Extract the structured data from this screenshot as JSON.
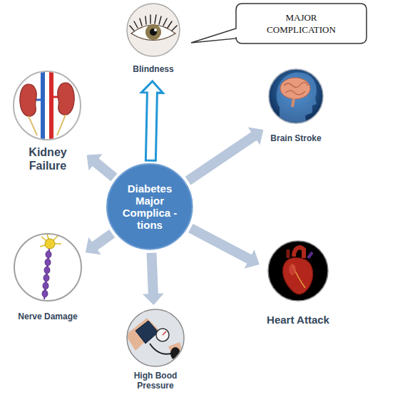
{
  "diagram": {
    "nodes": [
      {
        "text": [
          "Blindness"
        ]
      },
      {
        "text": [
          "MAJOR COMPLICATION"
        ]
      },
      {
        "text": [
          "Kidney Failure"
        ]
      },
      {
        "text": [
          "Brain Stroke"
        ]
      },
      {
        "text": [
          "Diabetes Major Complica -tions"
        ]
      },
      {
        "text": [
          "Nerve Damage"
        ]
      },
      {
        "text": [
          "Heart Attack"
        ]
      },
      {
        "text": [
          "High Bood Pressure"
        ]
      }
    ],
    "edges": [
      {
        "from": 4,
        "to": 0,
        "arrow": "to"
      },
      {
        "from": 4,
        "to": 2,
        "arrow": "to"
      },
      {
        "from": 4,
        "to": 3,
        "arrow": "to"
      },
      {
        "from": 4,
        "to": 5,
        "arrow": "to"
      },
      {
        "from": 4,
        "to": 6,
        "arrow": "to"
      },
      {
        "from": 4,
        "to": 7,
        "arrow": "to"
      }
    ]
  }
}
